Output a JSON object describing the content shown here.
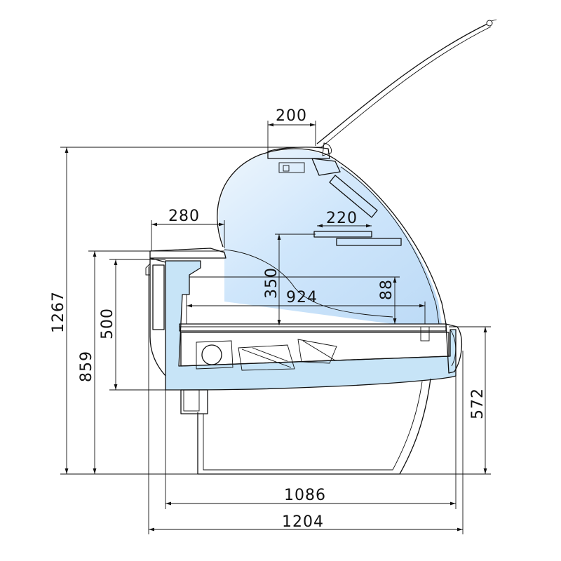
{
  "colors": {
    "line": "#111111",
    "glass": "#cfe6fb",
    "glass_light": "#eef6fd",
    "tank": "#c7e4f7",
    "background": "#ffffff"
  },
  "dimensions": {
    "total_height": "1267",
    "counter_height": "859",
    "well_depth": "500",
    "front_height": "572",
    "inner_width": "1086",
    "total_width": "1204",
    "top_shelf": "200",
    "rear_shelf": "280",
    "mid_shelf": "220",
    "glass_height": "350",
    "display_depth": "924",
    "tray_height": "88"
  }
}
